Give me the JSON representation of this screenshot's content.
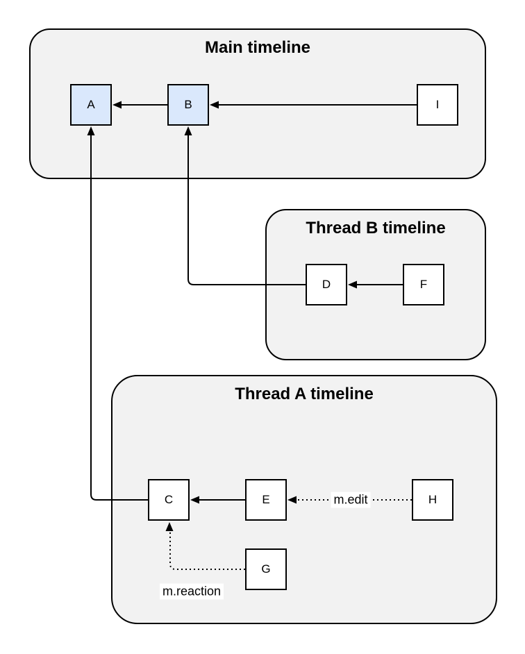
{
  "diagram": {
    "colors": {
      "canvas_bg": "#ffffff",
      "container_fill": "#f2f2f2",
      "stroke": "#000000",
      "node_fill": "#ffffff",
      "node_highlight_fill": "#dae8fc"
    },
    "containers": {
      "main": {
        "title": "Main timeline"
      },
      "thread_b": {
        "title": "Thread B timeline"
      },
      "thread_a": {
        "title": "Thread A timeline"
      }
    },
    "nodes": {
      "a": {
        "label": "A",
        "highlighted": true
      },
      "b": {
        "label": "B",
        "highlighted": true
      },
      "i": {
        "label": "I",
        "highlighted": false
      },
      "d": {
        "label": "D",
        "highlighted": false
      },
      "f": {
        "label": "F",
        "highlighted": false
      },
      "c": {
        "label": "C",
        "highlighted": false
      },
      "e": {
        "label": "E",
        "highlighted": false
      },
      "h": {
        "label": "H",
        "highlighted": false
      },
      "g": {
        "label": "G",
        "highlighted": false
      }
    },
    "edges": [
      {
        "from": "B",
        "to": "A",
        "style": "solid",
        "label": ""
      },
      {
        "from": "I",
        "to": "B",
        "style": "solid",
        "label": ""
      },
      {
        "from": "F",
        "to": "D",
        "style": "solid",
        "label": ""
      },
      {
        "from": "D",
        "to": "B",
        "style": "solid",
        "label": ""
      },
      {
        "from": "E",
        "to": "C",
        "style": "solid",
        "label": ""
      },
      {
        "from": "C",
        "to": "A",
        "style": "solid",
        "label": ""
      },
      {
        "from": "H",
        "to": "E",
        "style": "dotted",
        "label": "m.edit"
      },
      {
        "from": "G",
        "to": "C",
        "style": "dotted",
        "label": "m.reaction"
      }
    ]
  }
}
